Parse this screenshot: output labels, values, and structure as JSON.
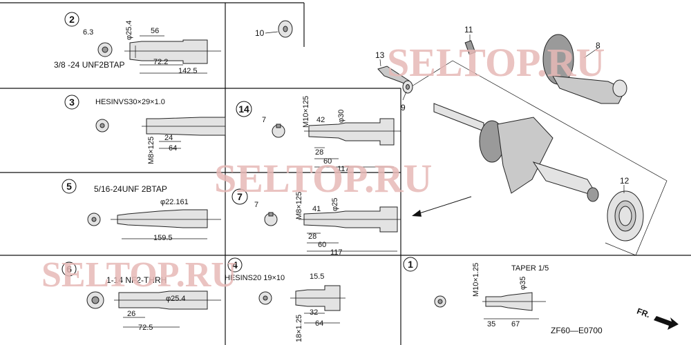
{
  "diagram_code": "ZF60—E0700",
  "front_indicator": "FR.",
  "watermarks": [
    "SELTOP.RU",
    "SELTOP.RU",
    "SELTOP.RU"
  ],
  "variants": {
    "v2": {
      "num": "2",
      "d1": "6.3",
      "d2": "φ25.4",
      "d3": "56",
      "d4": "72.2",
      "d5": "142.5",
      "thread": "3/8 -24 UNF2BTAP"
    },
    "v3": {
      "num": "3",
      "spline": "HESINVS30×29×1.0",
      "d1": "M8×125",
      "d2": "24",
      "d3": "64"
    },
    "v5": {
      "num": "5",
      "thread": "5/16-24UNF 2BTAP",
      "d1": "φ22.161",
      "d2": "159.5"
    },
    "v6": {
      "num": "6",
      "thread": "1-14 NF2-THRH",
      "d1": "φ25.4",
      "d2": "26",
      "d3": "72.5"
    },
    "v14": {
      "num": "14",
      "key": "7",
      "m": "M10×125",
      "d1": "42",
      "d2": "φ30",
      "d3": "28",
      "d4": "60",
      "d5": "117"
    },
    "v7": {
      "num": "7",
      "key": "7",
      "m": "M8×125",
      "d1": "41",
      "d2": "φ25",
      "d3": "28",
      "d4": "60",
      "d5": "117"
    },
    "v4": {
      "num": "4",
      "spline": "HESINS20 19×10",
      "d1": "15.5",
      "d2": "18×1.25",
      "d3": "32",
      "d4": "64"
    },
    "v1": {
      "num": "1",
      "m": "M10×1.25",
      "taper": "TAPER 1/5",
      "d1": "φ35",
      "d2": "35",
      "d3": "67"
    }
  },
  "parts": {
    "p8": "8",
    "p9": "9",
    "p10": "10",
    "p11": "11",
    "p12": "12",
    "p13": "13"
  }
}
